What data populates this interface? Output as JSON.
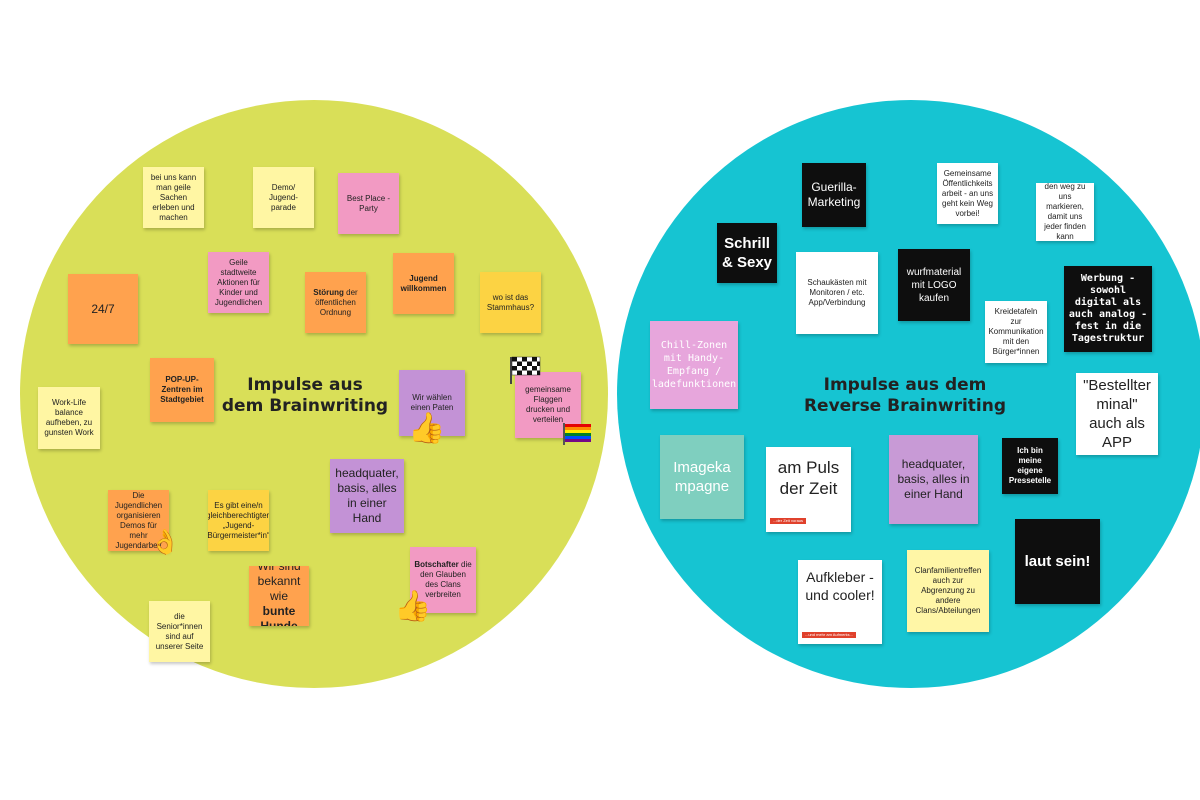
{
  "left": {
    "title": "Impulse aus\ndem Brainwriting",
    "notes": [
      {
        "text": "bei uns kann man geile Sachen erleben und machen"
      },
      {
        "text": "Demo/ Jugend-parade"
      },
      {
        "text": "Best Place - Party"
      },
      {
        "text": "Geile stadtweite Aktionen für Kinder und Jugendlichen"
      },
      {
        "bold": "Störung",
        "rest": " der öffentlichen Ordnung"
      },
      {
        "text": "Jugend willkommen"
      },
      {
        "text": "wo ist das Stammhaus?"
      },
      {
        "text": "24/7"
      },
      {
        "text": "POP-UP-Zentren im Stadtgebiet"
      },
      {
        "text": "Wir wählen einen Paten"
      },
      {
        "text": "gemeinsame Flaggen drucken und verteilen"
      },
      {
        "text": "Work-Life balance aufheben, zu gunsten Work"
      },
      {
        "text": "headquater, basis, alles in einer Hand"
      },
      {
        "text": "Die Jugendlichen organisieren Demos für mehr Jugendarbeit"
      },
      {
        "text": "Es gibt eine/n gleichberechtigten „Jugend-Bürgermeister*in“"
      },
      {
        "bold": "Botschafter",
        "rest": " die den Glauben des Clans verbreiten"
      },
      {
        "text1": "Wir sind bekannt wie ",
        "bold": "bunte Hunde"
      },
      {
        "text": "die Senior*innen sind auf unserer Seite"
      }
    ],
    "icons": [
      "thumbs-up-emoji",
      "thumbs-up-emoji",
      "ok-hand-emoji",
      "checkered-flag-icon",
      "rainbow-flag-icon"
    ]
  },
  "right": {
    "title": "Impulse aus dem\nReverse Brainwriting",
    "notes": [
      {
        "text": "Guerilla-Marketing"
      },
      {
        "text": "Gemeinsame Öffentlichkeits arbeit - an uns geht kein Weg vorbei!"
      },
      {
        "text": "den weg zu uns markieren, damit uns jeder finden kann"
      },
      {
        "text": "Schrill & Sexy"
      },
      {
        "text": "Schaukästen mit Monitoren / etc. App/Verbindung"
      },
      {
        "text": "wurfmaterial mit LOGO kaufen"
      },
      {
        "text": "Werbung - sowohl digital als auch analog - fest in die Tagestruktur"
      },
      {
        "text": "Kreidetafeln zur Kommunikation mit den Bürger*innen"
      },
      {
        "text": "Chill-Zonen mit Handy-Empfang / ladefunktionen"
      },
      {
        "text": "\"Bestellter minal\" auch als APP"
      },
      {
        "text": "Imageka mpagne"
      },
      {
        "text": "am Puls der Zeit",
        "tag": "...der Zeit voraus"
      },
      {
        "text": "headquater, basis, alles in einer Hand"
      },
      {
        "text": "Ich bin meine eigene Pressetelle"
      },
      {
        "text": "laut sein!"
      },
      {
        "text": "Aufkleber - und cooler!",
        "tag": "...und mehr am Aufmerks..."
      },
      {
        "text": "Clanfamilientreffen auch zur Abgrenzung zu andere Clans/Abteilungen"
      }
    ]
  },
  "colors": {
    "left_circle": "#d9df58",
    "right_circle": "#16c4d2"
  }
}
